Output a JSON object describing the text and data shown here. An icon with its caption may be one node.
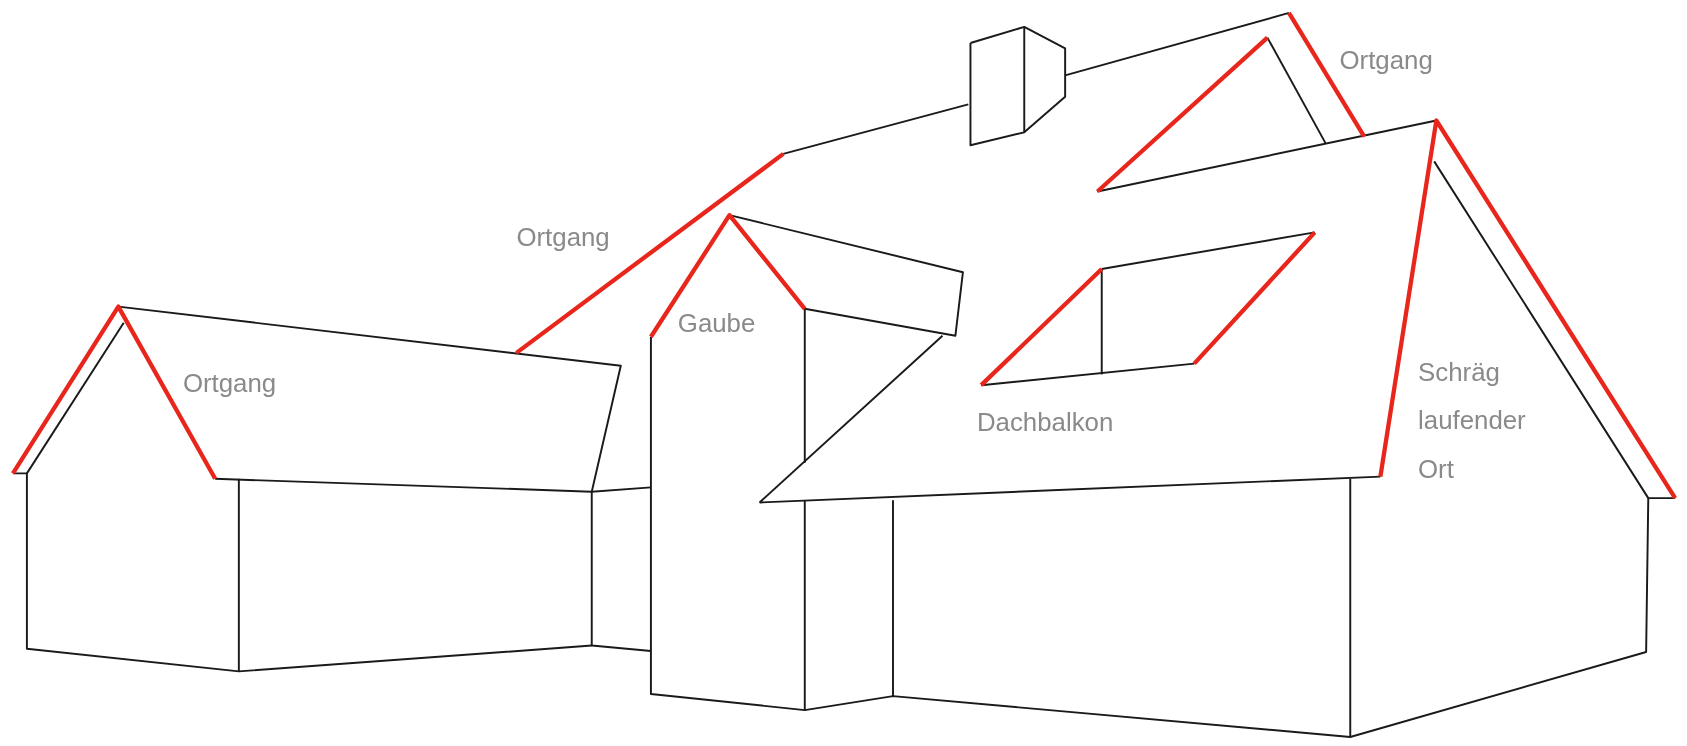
{
  "diagram": {
    "labels": [
      "Ortgang",
      "Ortgang",
      "Gaube",
      "Schräg laufender Ort",
      "Ortgang",
      "Dachbalkon"
    ]
  }
}
